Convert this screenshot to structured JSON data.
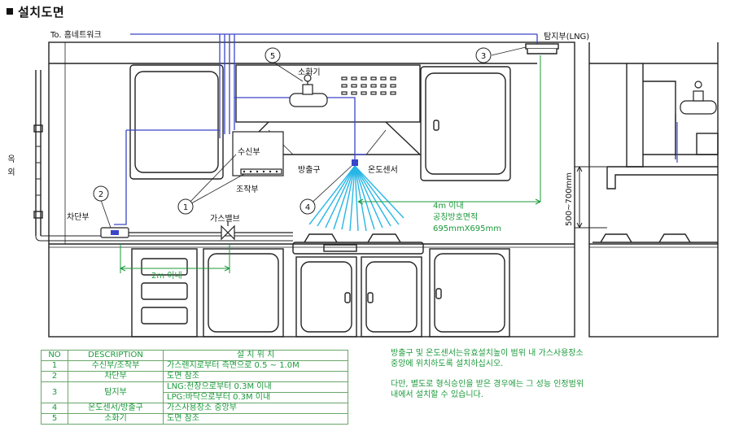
{
  "heading": "설치도면",
  "labels": {
    "network": "To. 홈네트워크",
    "detector": "탐지부(LNG)",
    "outdoor": "옥외",
    "shutoff": "차단부",
    "receiver": "수신부",
    "control": "조작부",
    "extinguisher": "소화기",
    "nozzle": "방출구",
    "temp_sensor": "온도센서",
    "gas_valve": "가스밸브",
    "dist_2m": "2m 이내",
    "dist_4m": "4m 이내",
    "area_label": "공칭방호면적",
    "area_value": "695mmX695mm",
    "height_range": "500~700mm"
  },
  "callouts": [
    "1",
    "2",
    "3",
    "4",
    "5"
  ],
  "table": {
    "headers": [
      "NO",
      "DESCRIPTION",
      "설 치 위 치"
    ],
    "rows": [
      {
        "no": "1",
        "desc": "수신부/조작부",
        "pos": "가스렌지로부터 측면으로 0.5 ~ 1.0M"
      },
      {
        "no": "2",
        "desc": "차단부",
        "pos": "도면 참조"
      },
      {
        "no": "3",
        "desc": "탐지부",
        "pos": "LNG:천장으로부터 0.3M 이내",
        "pos2": "LPG:바닥으로부터 0.3M 이내"
      },
      {
        "no": "4",
        "desc": "온도센서/방출구",
        "pos": "가스사용장소 중앙부"
      },
      {
        "no": "5",
        "desc": "소화기",
        "pos": "도면 참조"
      }
    ]
  },
  "notes": {
    "line1": "방출구 및 온도센서는유효설치높이 범위 내 가스사용장소",
    "line2": "중앙에 위치하도록 설치하십시오.",
    "line3": "다만, 별도로 형식승인을 받은 경우에는 그 성능 인정범위",
    "line4": "내에서 설치할 수 있습니다."
  },
  "colors": {
    "outline": "#222222",
    "wire_blue": "#3a46c8",
    "spray_cyan": "#26b6e6",
    "annotation_green": "#1a9a3a"
  }
}
